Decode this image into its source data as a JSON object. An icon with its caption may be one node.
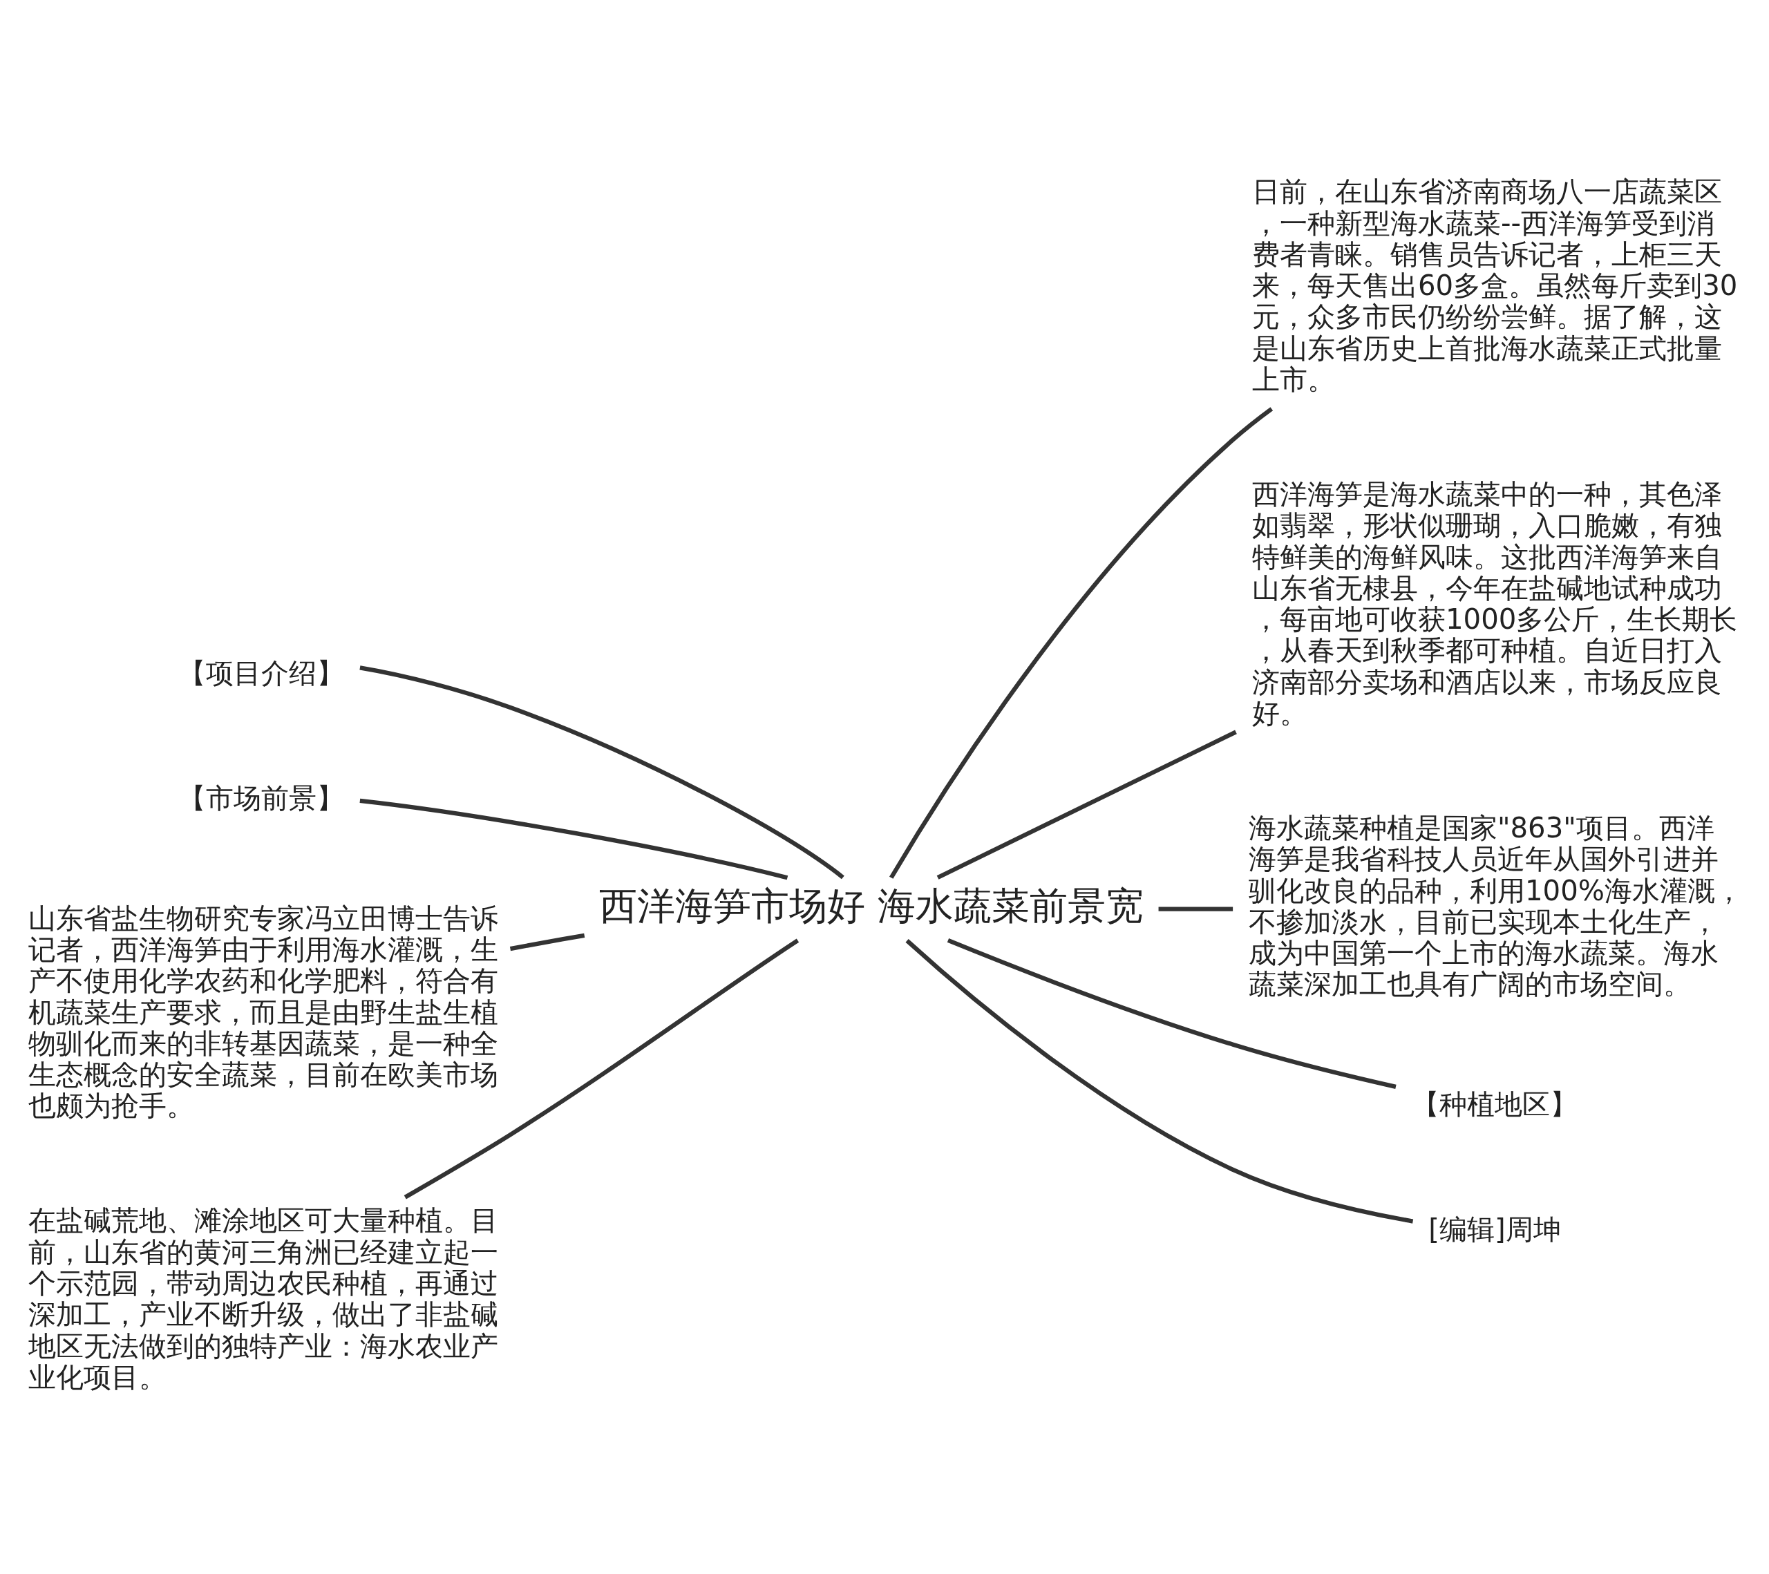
{
  "diagram": {
    "nodes": [
      {
        "text": [
          "西洋海笋市场好 海水蔬菜前景宽"
        ]
      },
      {
        "text": [
          "【项目介绍】"
        ]
      },
      {
        "text": [
          "【市场前景】"
        ]
      },
      {
        "text": [
          "山东省盐生物研究专家冯立田博士告诉记者，西洋海笋由于利用海水灌溉，生产不使用化学农药和化学肥料，符合有机蔬菜生产要求，而且是由野生盐生植物驯化而来的非转基因蔬菜，是一种全生态概念的安全蔬菜，目前在欧美市场也颇为抢手。"
        ]
      },
      {
        "text": [
          "在盐碱荒地、滩涂地区可大量种植。目前，山东省的黄河三角洲已经建立起一个示范园，带动周边农民种植，再通过深加工，产业不断升级，做出了非盐碱地区无法做到的独特产业：海水农业产业化项目。"
        ]
      },
      {
        "text": [
          "日前，在山东省济南商场八一店蔬菜区，一种新型海水蔬菜--西洋海笋受到消费者青睐。销售员告诉记者，上柜三天来，每天售出60多盒。虽然每斤卖到30元，众多市民仍纷纷尝鲜。据了解，这是山东省历史上首批海水蔬菜正式批量上市。"
        ]
      },
      {
        "text": [
          "西洋海笋是海水蔬菜中的一种，其色泽如翡翠，形状似珊瑚，入口脆嫩，有独特鲜美的海鲜风味。这批西洋海笋来自山东省无棣县，今年在盐碱地试种成功，每亩地可收获1000多公斤，生长期长，从春天到秋季都可种植。自近日打入济南部分卖场和酒店以来，市场反应良好。"
        ]
      },
      {
        "text": [
          "海水蔬菜种植是国家\"863\"项目。西洋海笋是我省科技人员近年从国外引进并驯化改良的品种，利用100%海水灌溉，不掺加淡水，目前已实现本土化生产，成为中国第一个上市的海水蔬菜。海水蔬菜深加工也具有广阔的市场空间。"
        ]
      },
      {
        "text": [
          "【种植地区】"
        ]
      },
      {
        "text": [
          "[编辑]周坤"
        ]
      }
    ],
    "edges": [
      {
        "from": 0,
        "to": 1,
        "arrow": "none"
      },
      {
        "from": 0,
        "to": 2,
        "arrow": "none"
      },
      {
        "from": 0,
        "to": 3,
        "arrow": "none"
      },
      {
        "from": 0,
        "to": 4,
        "arrow": "none"
      },
      {
        "from": 0,
        "to": 5,
        "arrow": "none"
      },
      {
        "from": 0,
        "to": 6,
        "arrow": "none"
      },
      {
        "from": 0,
        "to": 7,
        "arrow": "none"
      },
      {
        "from": 0,
        "to": 8,
        "arrow": "none"
      },
      {
        "from": 0,
        "to": 9,
        "arrow": "none"
      }
    ]
  }
}
